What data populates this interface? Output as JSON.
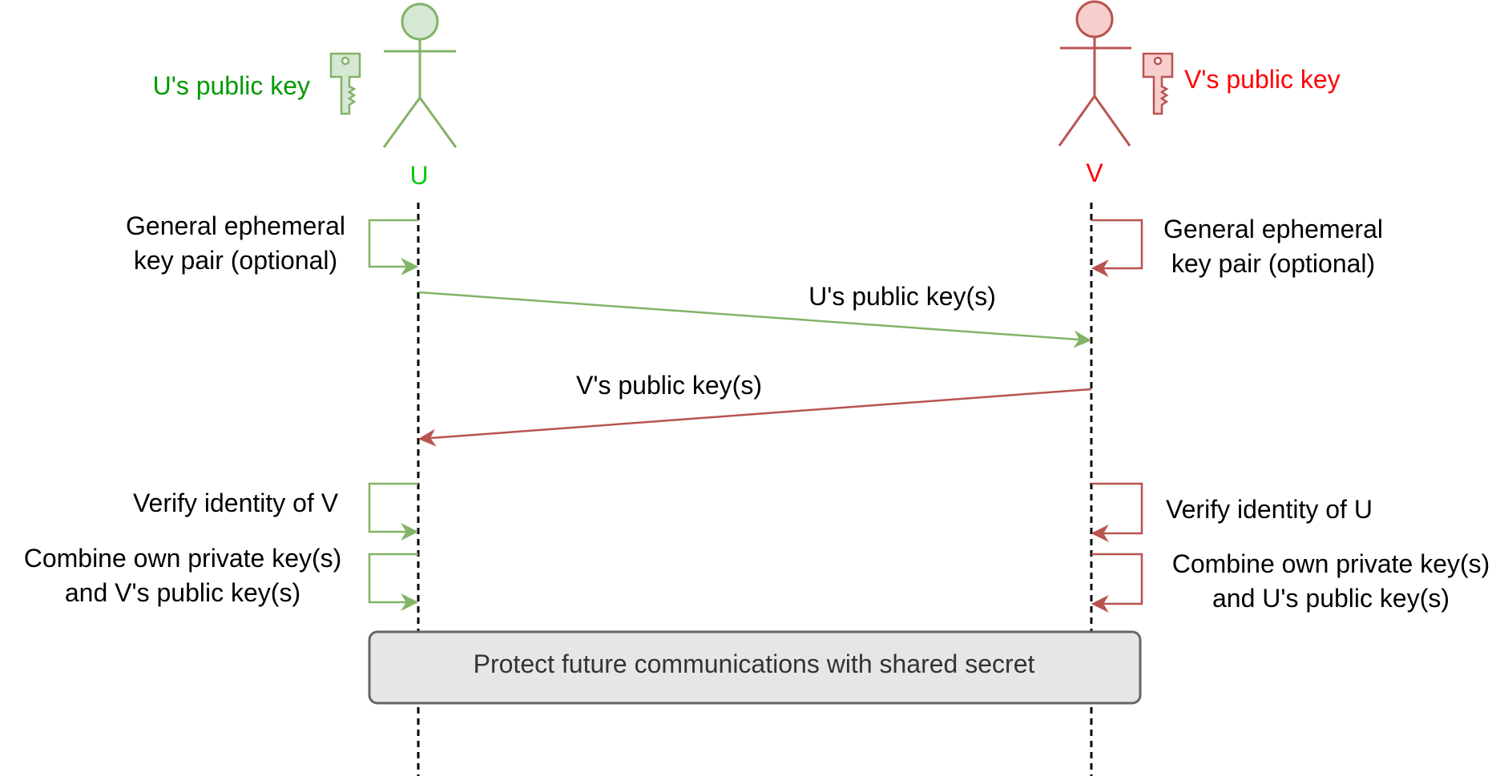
{
  "colors": {
    "u_stroke": "#82b366",
    "u_fill": "#d5e8d4",
    "u_label": "#009900",
    "u_name": "#00cc00",
    "v_stroke": "#b85450",
    "v_fill": "#f8cecc",
    "v_label": "#ff0000",
    "text": "#000000",
    "box_fill": "#e6e6e6",
    "box_stroke": "#666666",
    "box_text": "#333333",
    "lifeline": "#000000"
  },
  "actors": {
    "u": {
      "name": "U",
      "key_label": "U's public key",
      "key_icon": "key-icon"
    },
    "v": {
      "name": "V",
      "key_label": "V's public key",
      "key_icon": "key-icon"
    }
  },
  "u_steps": {
    "generate_line1": "General ephemeral",
    "generate_line2": "key pair (optional)",
    "verify": "Verify identity of V",
    "combine_line1": "Combine own private key(s)",
    "combine_line2": "and V's public key(s)"
  },
  "v_steps": {
    "generate_line1": "General ephemeral",
    "generate_line2": "key pair (optional)",
    "verify": "Verify identity of U",
    "combine_line1": "Combine own private key(s)",
    "combine_line2": "and U's public key(s)"
  },
  "messages": {
    "u_to_v": "U's public key(s)",
    "v_to_u": "V's public key(s)"
  },
  "shared_box": "Protect future communications with shared secret"
}
